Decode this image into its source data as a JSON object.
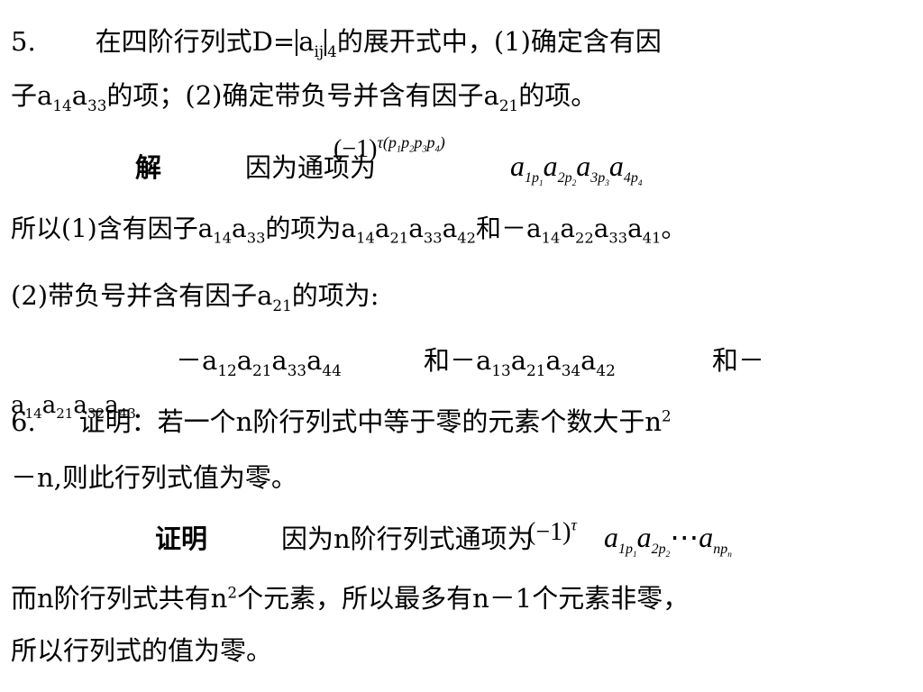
{
  "p5": {
    "num": "5.",
    "t1": "在四阶行列式D=",
    "a": "a",
    "ij": "ij",
    "four": "4",
    "t2": "的展开式中，(1)确定含有因",
    "l2a": "子",
    "a14a": "a",
    "s14a": "14",
    "a33a": "a",
    "s33a": "33",
    "l2b": "的项；(2)确定带负号并含有因子",
    "a21a": "a",
    "s21a": "21",
    "l2c": "的项。"
  },
  "sol5": {
    "label": "解",
    "text": "因为通项为",
    "formula": {
      "minus1": "(−1)",
      "tau": "τ(",
      "p1": "p",
      "i1": "1",
      "p2": "p",
      "i2": "2",
      "p3": "p",
      "i3": "3",
      "p4": "p",
      "i4": "4",
      "close": ")",
      "a1": "a",
      "a1s": "1",
      "a1p": "p",
      "a1pi": "1",
      "a2": "a",
      "a2s": "2",
      "a2p": "p",
      "a2pi": "2",
      "a3": "a",
      "a3s": "3",
      "a3p": "p",
      "a3pi": "3",
      "a4": "a",
      "a4s": "4",
      "a4p": "p",
      "a4pi": "4"
    },
    "line1": {
      "t1": "所以(1)含有因子",
      "a": "a",
      "s14": "14",
      "s33": "33",
      "t2": "的项为",
      "t3": "和－",
      "s21": "21",
      "s42": "42",
      "s22": "22",
      "s41": "41",
      "end": "。"
    },
    "line2": {
      "t1": "(2)带负号并含有因子",
      "a": "a",
      "s21": "21",
      "t2": "的项为:"
    },
    "line3": {
      "minus": "－",
      "a": "a",
      "s12": "12",
      "s21": "21",
      "s33": "33",
      "s44": "44",
      "and": "和－",
      "s13": "13",
      "s34": "34",
      "s42": "42",
      "and2": "和－"
    },
    "line4": {
      "a": "a",
      "s14": "14",
      "s21": "21",
      "s32": "32",
      "s43": "43"
    }
  },
  "p6": {
    "num": "6.",
    "t1": "证明：若一个n阶行列式中等于零的元素个数大于n",
    "sup2": "2",
    "l2": "－n,则此行列式值为零。"
  },
  "proof6": {
    "label": "证明",
    "text": "因为n阶行列式通项为",
    "formula": {
      "minus1": "(−1)",
      "tau": "τ",
      "a1": "a",
      "a1s": "1",
      "a1p": "p",
      "a1pi": "1",
      "a2": "a",
      "a2s": "2",
      "a2p": "p",
      "a2pi": "2",
      "dots": "⋯",
      "an": "a",
      "ans": "n",
      "anp": "p",
      "anpi": "n"
    },
    "l1a": "而n阶行列式共有n",
    "sup2": "2",
    "l1b": "个元素，所以最多有n－1个元素非零，",
    "l2": "所以行列式的值为零。"
  }
}
